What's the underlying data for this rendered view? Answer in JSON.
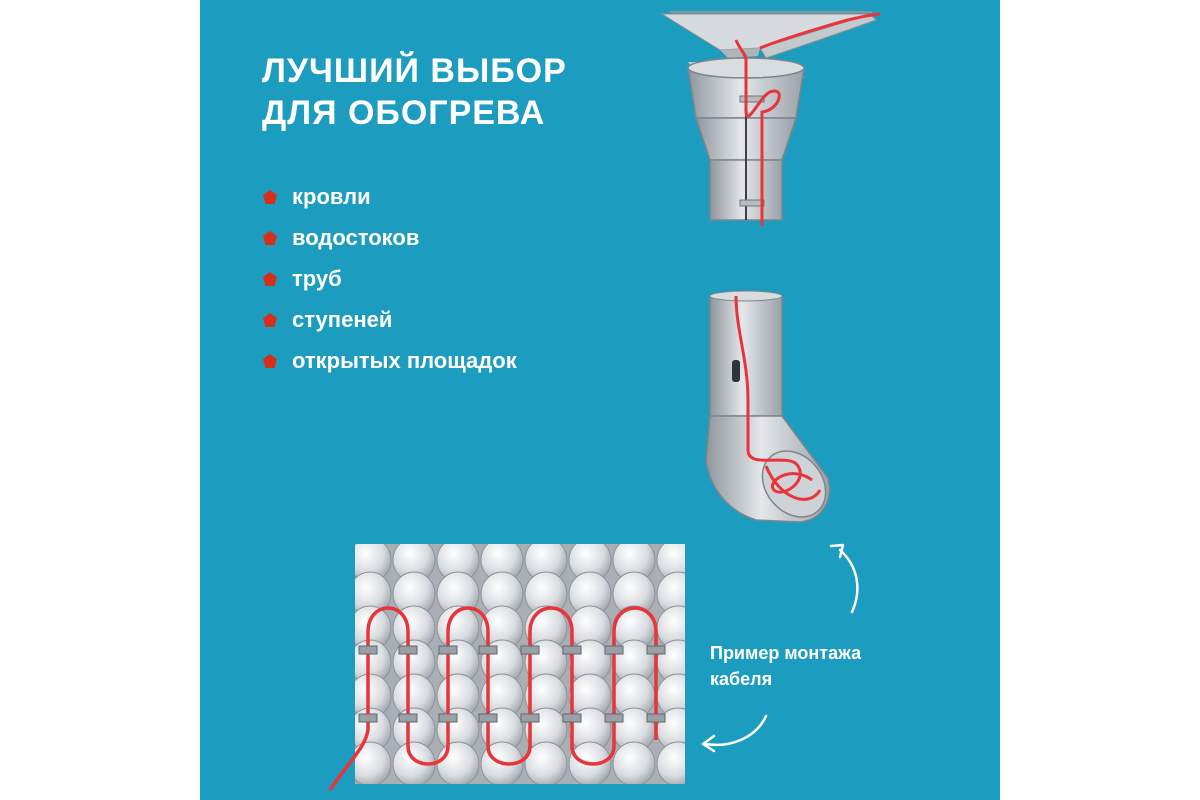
{
  "title_lines": [
    "ЛУЧШИЙ ВЫБОР",
    "ДЛЯ ОБОГРЕВА"
  ],
  "bullets": [
    "кровли",
    "водостоков",
    "труб",
    "ступеней",
    "открытых площадок"
  ],
  "caption_lines": [
    "Пример монтажа",
    "кабеля"
  ],
  "colors": {
    "background": "#1c9cbf",
    "text": "#ffffff",
    "bullet_marker": "#d6301d",
    "cable": "#e8343a",
    "metal": "#c9cdd2"
  },
  "icons": [
    "pentagon-bullet-icon",
    "curved-arrow-icon"
  ]
}
